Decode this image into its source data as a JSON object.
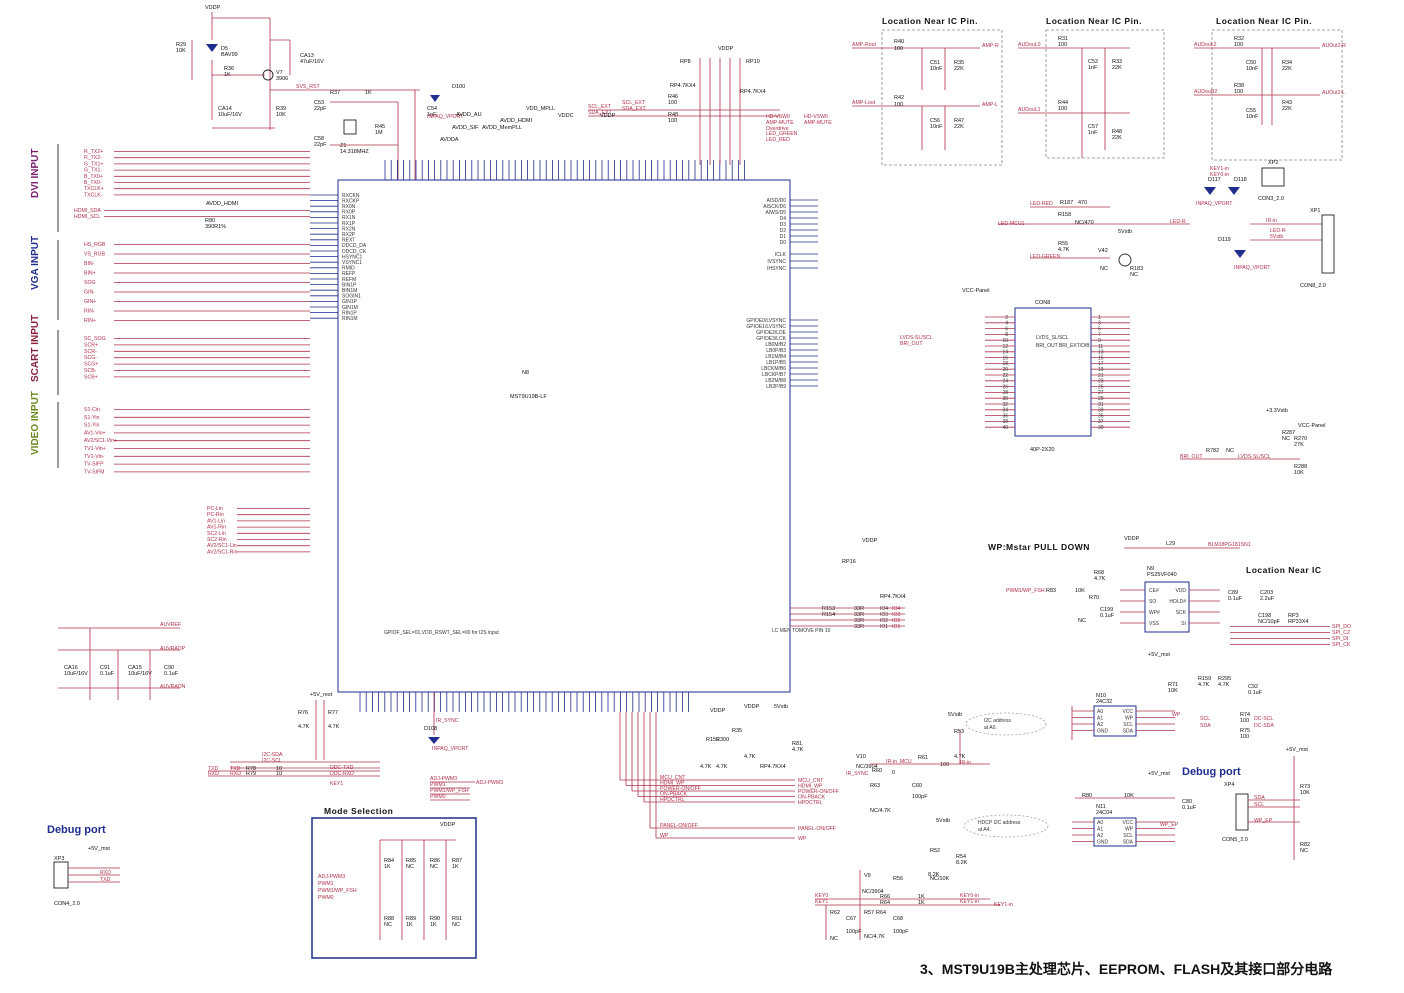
{
  "title": "3、MST9U19B主处理芯片、EEPROM、FLASH及其接口部分电路",
  "main_ic": {
    "ref": "N8",
    "part": "MST9U19B-LF"
  },
  "section_labels": {
    "dvi": "DVI INPUT",
    "vga": "VGA INPUT",
    "scart": "SCART INPUT",
    "video": "VIDEO INPUT"
  },
  "section_colors": {
    "dvi": "#7a1f6e",
    "vga": "#1f2d8f",
    "scart": "#8a1f3a",
    "video": "#6a8a1f"
  },
  "location_headers": [
    "Location Near IC Pin.",
    "Location Near IC Pin.",
    "Location Near IC Pin.",
    "Location Near IC"
  ],
  "mode_selection": "Mode Selection",
  "debug_port": "Debug port",
  "debug_port_right": "Debug port",
  "wp_note": "WP:Mstar PULL DOWN",
  "i2c_note_a0": "I2C address at A0.",
  "hdcp_note": "HDCP I2C address at A4.",
  "flash": {
    "ref": "N9",
    "part": "PS25VF040",
    "pins": [
      "CE#",
      "SO",
      "WP#",
      "VSS",
      "VDD",
      "HOLD#",
      "SCK",
      "SI"
    ]
  },
  "eeprom_a0": {
    "ref": "N10",
    "part": "24C32",
    "pins": [
      "A0",
      "A1",
      "A2",
      "GND",
      "VCC",
      "WP",
      "SCL",
      "SDA"
    ]
  },
  "eeprom_a4": {
    "ref": "N11",
    "part": "24C04",
    "pins": [
      "A0",
      "A1",
      "A2",
      "GND",
      "VCC",
      "WP",
      "SCL",
      "SDA"
    ]
  },
  "con8": {
    "ref": "CON8",
    "part": "40P-2X20"
  },
  "crystal": {
    "ref": "Z1",
    "value": "14.318MHZ"
  },
  "dvi_nets": [
    "R_TX2+",
    "R_TX2-",
    "G_TX1+",
    "G_TX1-",
    "B_TX0+",
    "B_TX0-",
    "TXCLK+",
    "TXCLK-"
  ],
  "dvi_hdmi": [
    "HDMI_SDA",
    "HDMI_SCL"
  ],
  "vga_nets": [
    "HS_RGB",
    "VS_RGB",
    "BIN-",
    "BIN+",
    "SOG",
    "GIN-",
    "GIN+",
    "RIN-",
    "RIN+"
  ],
  "scart_nets": [
    "SC_SOG",
    "SCR+",
    "SCR-",
    "SCG-",
    "SCG+",
    "SCB-",
    "SCB+"
  ],
  "video_nets": [
    "S1-Cin",
    "S1-Yin",
    "S1-Yin",
    "AV1-Vin+",
    "AV2/SC1-Vin+",
    "TV1-Vin+",
    "TV1-Vin-",
    "TV-SIFP",
    "TV-SIFM"
  ],
  "audio_nets": [
    "PC-Lin",
    "PC-Rin",
    "AV1-Lin",
    "AV1-Rin",
    "SC2-Lin",
    "SC2-Rin",
    "AV2/SC1-Lin",
    "AV2/SC1-Rin"
  ],
  "amp_nets": [
    "AMP-Rout",
    "AMP-Lout",
    "AUDouL0",
    "AUDouL1",
    "AUDouL2",
    "AUDouR2"
  ],
  "ic_left_pins": [
    "RXCKN",
    "RXCKP",
    "RX0N",
    "RX0P",
    "RX1N",
    "RX1P",
    "RX2N",
    "RX2P",
    "REXT",
    "DDCD_DA",
    "DDCD_CK",
    "HSYNC1",
    "VSYNC1",
    "RMID",
    "REFP",
    "REFM",
    "BIN1P",
    "BIN1M",
    "SOGIN1",
    "GIN1P",
    "GIN1M",
    "RIN1P",
    "RIN1M"
  ],
  "ic_right_pins": [
    "AISD/D0",
    "AISCK/D6",
    "AIWS/D5",
    "D4",
    "D3",
    "D2",
    "D1",
    "D0",
    "ICLK",
    "IVSYNC",
    "IHSYNC"
  ],
  "ic_right_lvds": [
    "GPIOE0/LVSYNC",
    "GPIOE1/LVSYNC",
    "GPIOE2/LDE",
    "GPIOE3/LCK",
    "LB0M/B2",
    "LB0P/B3",
    "LB1M/B4",
    "LB1P/B5",
    "LBCKM/B6",
    "LBCKP/B7",
    "LB2M/B8",
    "LB2P/B9"
  ],
  "spi_nets": [
    "SPI_DO",
    "SPI_CZ",
    "SPI_DI",
    "SPI_CK"
  ],
  "keys": [
    "KEY0-in",
    "KEY1-in"
  ],
  "led_nets": [
    "LED-RED",
    "LED-MCU1",
    "LED-GREEN",
    "LED-R",
    "IR-in"
  ],
  "gpio_outputs": [
    "MCU_CNT",
    "HDMI_WP",
    "POWER-ON/OFF",
    "ON-PBACK",
    "HPDCTRL",
    "PANEL-ON/OFF",
    "WP"
  ],
  "xp_labels": [
    "XP1",
    "XP2",
    "XP3",
    "XP4"
  ],
  "con_labels": [
    "CON8_2.0",
    "CON3_2.0",
    "CON4_2.0",
    "CON5_2.0"
  ]
}
